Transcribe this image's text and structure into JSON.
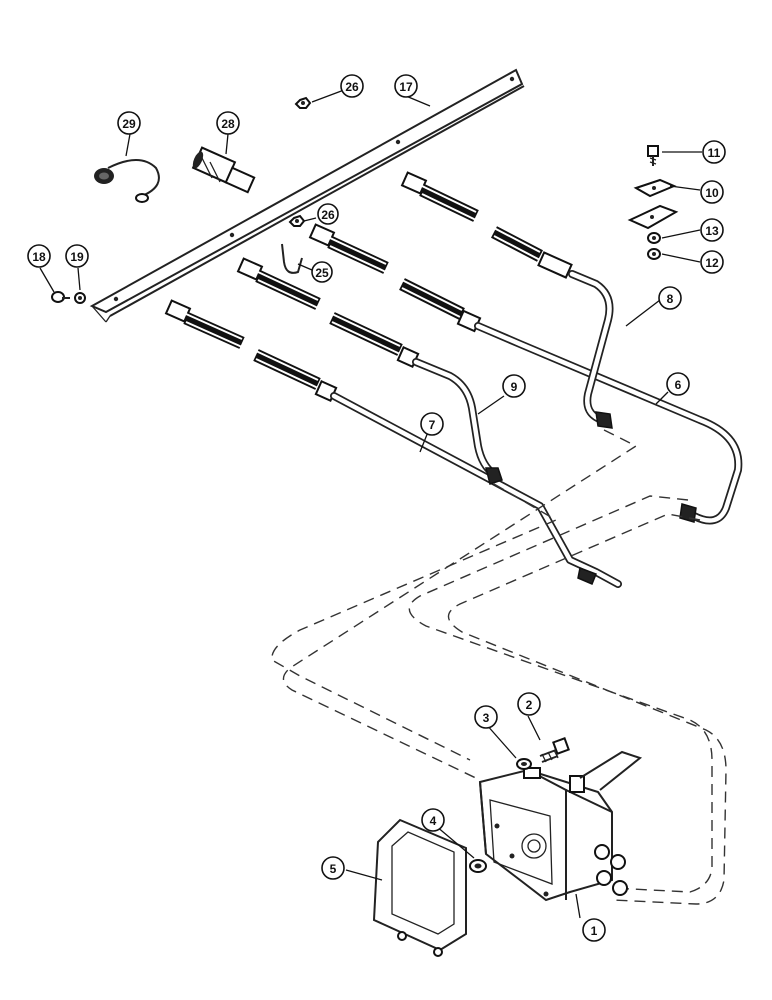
{
  "callouts": {
    "c1": "1",
    "c2": "2",
    "c3": "3",
    "c4": "4",
    "c5": "5",
    "c6": "6",
    "c7": "7",
    "c8": "8",
    "c9": "9",
    "c10": "10",
    "c11": "11",
    "c12": "12",
    "c13": "13",
    "c17": "17",
    "c18": "18",
    "c19": "19",
    "c25": "25",
    "c26a": "26",
    "c26b": "26",
    "c28": "28",
    "c29": "29"
  }
}
